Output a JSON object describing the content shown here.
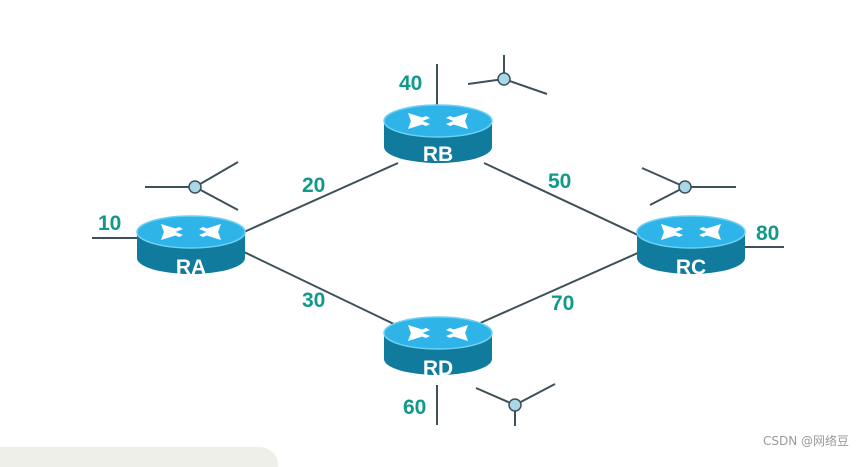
{
  "colors": {
    "link": "#3e5058",
    "label": "#11998a",
    "router_top": "#2fb4e9",
    "router_side": "#107b9d",
    "router_rim": "#6ed0f2",
    "antenna_dot": "#a9d7e8"
  },
  "routers": {
    "ra": {
      "name": "RA"
    },
    "rb": {
      "name": "RB"
    },
    "rc": {
      "name": "RC"
    },
    "rd": {
      "name": "RD"
    }
  },
  "labels": {
    "ra_lan": "10",
    "ra_rb": "20",
    "ra_rd": "30",
    "rb_lan": "40",
    "rb_rc": "50",
    "rd_lan": "60",
    "rd_rc": "70",
    "rc_lan": "80"
  },
  "watermark": "CSDN @网络豆"
}
